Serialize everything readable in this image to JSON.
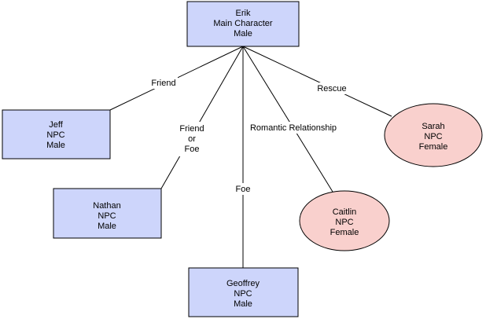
{
  "colors": {
    "rect_fill": "#cdd5fb",
    "ellipse_fill": "#f9d0cd",
    "stroke": "#000000",
    "label_bg": "#ffffff"
  },
  "nodes": {
    "erik": {
      "shape": "rect",
      "lines": [
        "Erik",
        "Main Character",
        "Male"
      ]
    },
    "jeff": {
      "shape": "rect",
      "lines": [
        "Jeff",
        "NPC",
        "Male"
      ]
    },
    "nathan": {
      "shape": "rect",
      "lines": [
        "Nathan",
        "NPC",
        "Male"
      ]
    },
    "geoffrey": {
      "shape": "rect",
      "lines": [
        "Geoffrey",
        "NPC",
        "Male"
      ]
    },
    "caitlin": {
      "shape": "ellipse",
      "lines": [
        "Caitlin",
        "NPC",
        "Female"
      ]
    },
    "sarah": {
      "shape": "ellipse",
      "lines": [
        "Sarah",
        "NPC",
        "Female"
      ]
    }
  },
  "edges": {
    "friend": {
      "from": "Erik",
      "to": "Jeff",
      "lines": [
        "Friend"
      ]
    },
    "friend_or_foe": {
      "from": "Erik",
      "to": "Nathan",
      "lines": [
        "Friend",
        "or",
        "Foe"
      ]
    },
    "foe": {
      "from": "Erik",
      "to": "Geoffrey",
      "lines": [
        "Foe"
      ]
    },
    "romantic": {
      "from": "Erik",
      "to": "Caitlin",
      "lines": [
        "Romantic Relationship"
      ]
    },
    "rescue": {
      "from": "Erik",
      "to": "Sarah",
      "lines": [
        "Rescue"
      ]
    }
  }
}
